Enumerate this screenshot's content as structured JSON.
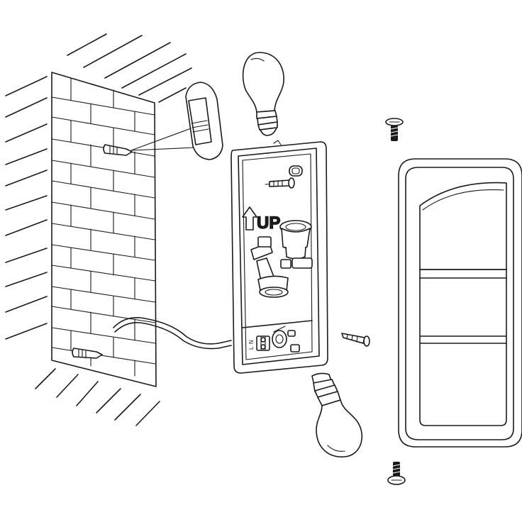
{
  "diagram": {
    "up_label": "UP",
    "terminal_labels": [
      "N",
      "L"
    ]
  },
  "colors": {
    "line": "#1a1a1a",
    "background": "#ffffff"
  }
}
